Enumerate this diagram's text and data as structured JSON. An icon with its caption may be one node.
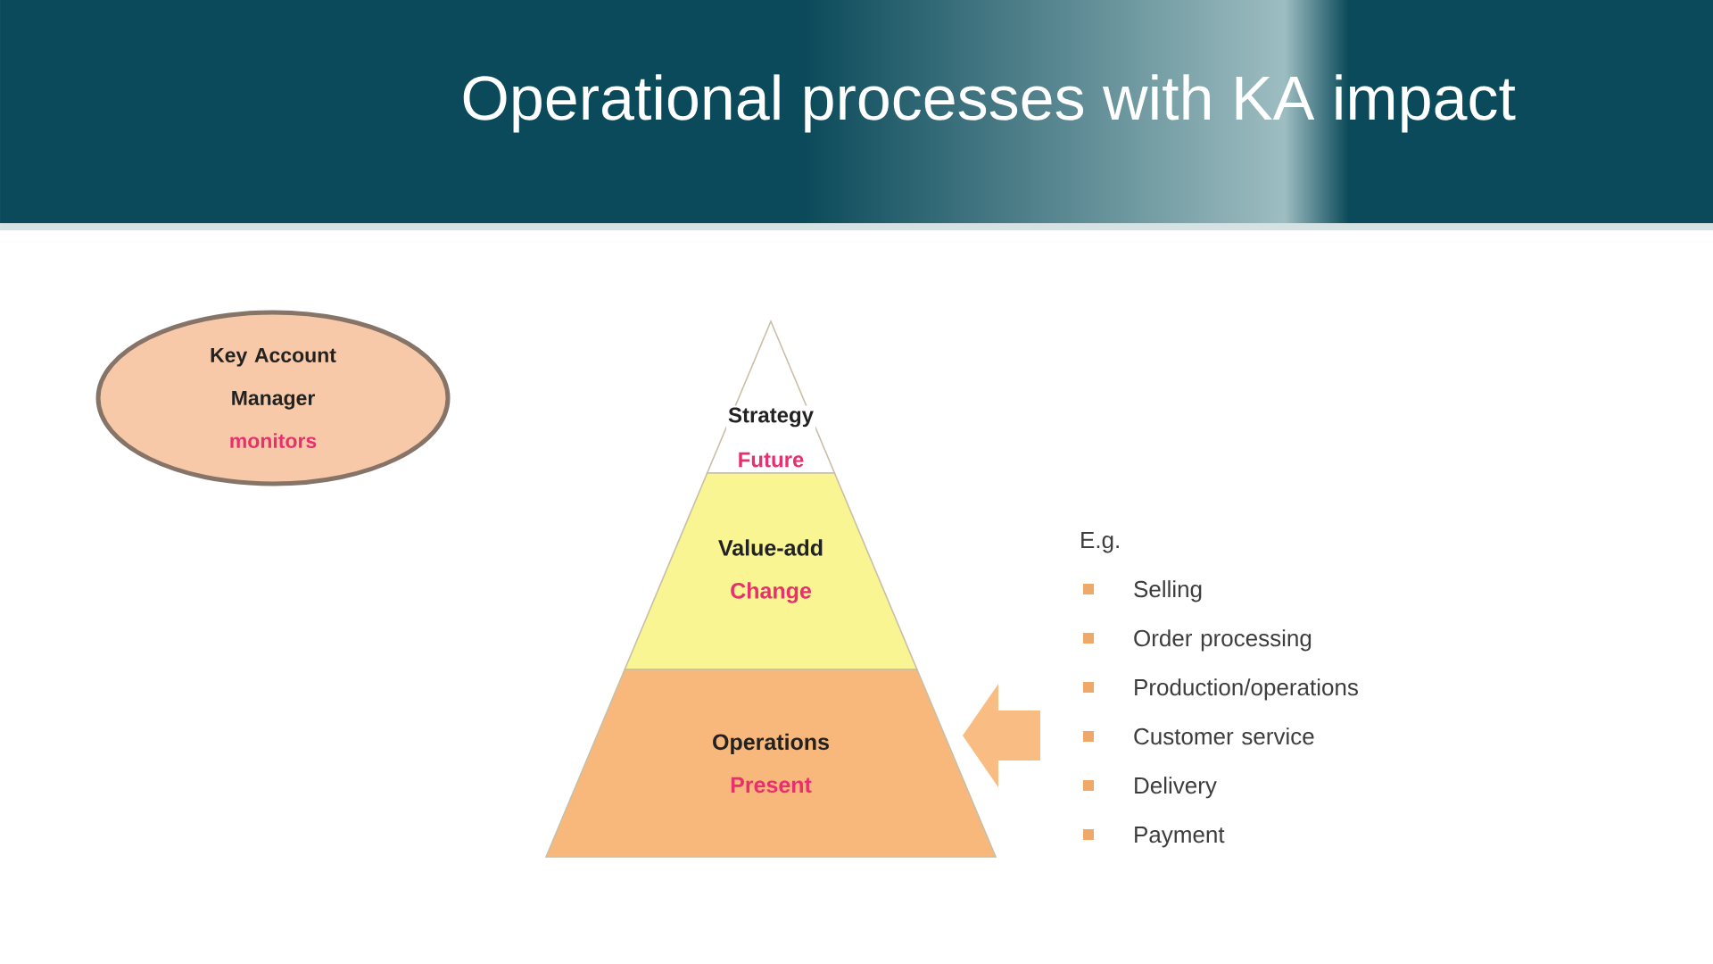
{
  "diagram": {
    "title": "Operational processes with KA impact",
    "nodes": [
      {
        "text": [
          "Key Account Manager",
          "monitors"
        ]
      },
      {
        "text": [
          "Strategy",
          "Future"
        ]
      },
      {
        "text": [
          "Value-add",
          "Change"
        ]
      },
      {
        "text": [
          "Operations",
          "Present"
        ]
      },
      {
        "text": [
          "E.g.",
          "Selling",
          "Order processing",
          "Production/operations",
          "Customer service",
          "Delivery",
          "Payment"
        ]
      }
    ],
    "edges": [
      {
        "from": 4,
        "to": 3,
        "arrow": "to"
      }
    ]
  }
}
